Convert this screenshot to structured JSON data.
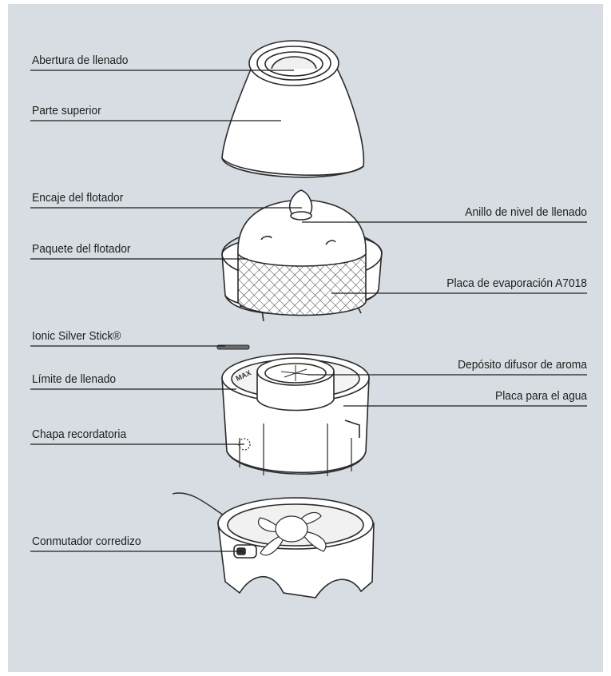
{
  "colors": {
    "background": "#d7dde2",
    "line": "#2a2a2a",
    "part_fill": "#ffffff"
  },
  "labels": {
    "abertura": "Abertura de llenado",
    "parte_superior": "Parte superior",
    "encaje": "Encaje del flotador",
    "anillo": "Anillo de nivel de llenado",
    "paquete": "Paquete del flotador",
    "placa_evaporacion": "Placa de evaporación A7018",
    "ionic": "Ionic Silver Stick®",
    "deposito": "Depósito difusor de aroma",
    "limite": "Límite de llenado",
    "placa_agua": "Placa para el agua",
    "chapa": "Chapa recordatoria",
    "conmutador": "Conmutador corredizo"
  },
  "marks": {
    "max": "MAX"
  },
  "icons": [
    "fan-icon",
    "switch-icon",
    "mesh-pattern"
  ]
}
